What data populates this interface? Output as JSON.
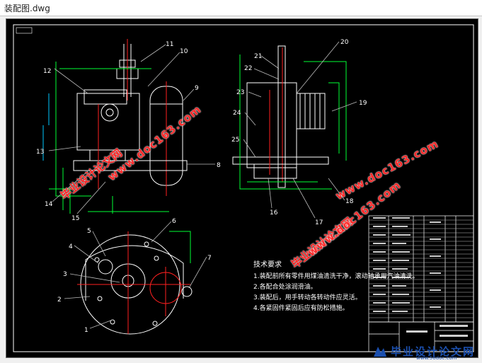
{
  "window": {
    "title": "装配图.dwg"
  },
  "colors": {
    "canvas_bg": "#000000",
    "line_white": "#ffffff",
    "line_green": "#00ff33",
    "line_red": "#ff2020",
    "line_cyan": "#00c8ff",
    "logo_blue": "#1b4fae"
  },
  "part_numbers": [
    "1",
    "2",
    "3",
    "4",
    "5",
    "6",
    "7",
    "8",
    "9",
    "10",
    "11",
    "12",
    "13",
    "14",
    "15",
    "16",
    "17",
    "18",
    "19",
    "20",
    "21",
    "22",
    "23",
    "24",
    "25"
  ],
  "watermarks": {
    "cn": "毕业设计论文网",
    "url": "www.doc163.com"
  },
  "tech_notes": {
    "title": "技术要求",
    "items": [
      "1.装配前所有零件用煤油清洗干净，滚动轴承用汽油清洗。",
      "2.各配合处涂润滑油。",
      "3.装配后，用手转动各转动件应灵活。",
      "4.各紧固件紧固后应有防松措施。"
    ]
  },
  "bottom_logo": {
    "cn": "毕业设计论文网",
    "url": "www.56doc.com"
  }
}
